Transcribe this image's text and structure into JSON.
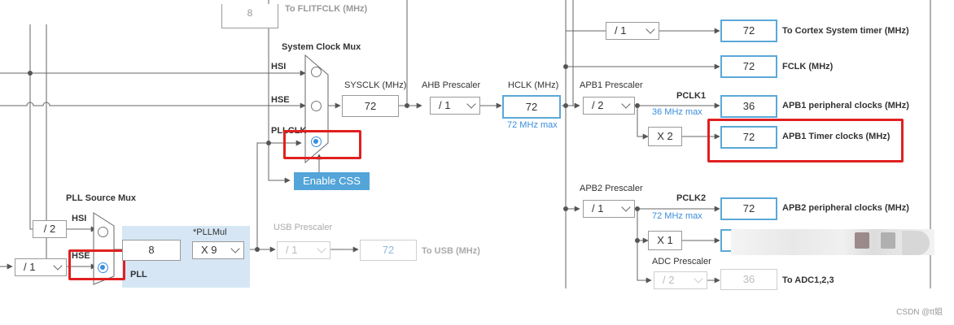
{
  "labels": {
    "system_clock_mux": "System Clock Mux",
    "hsi": "HSI",
    "hse": "HSE",
    "pllclk": "PLLCLK",
    "sysclk": "SYSCLK (MHz)",
    "ahb_prescaler": "AHB Prescaler",
    "hclk": "HCLK (MHz)",
    "hclk_max": "72 MHz max",
    "apb1_prescaler": "APB1 Prescaler",
    "pclk1": "PCLK1",
    "pclk1_max": "36 MHz max",
    "apb2_prescaler": "APB2 Prescaler",
    "pclk2": "PCLK2",
    "pclk2_max": "72 MHz max",
    "pll_source_mux": "PLL Source Mux",
    "pll_hsi": "HSI",
    "pll_hse": "HSE",
    "pll": "PLL",
    "pllmul": "*PLLMul",
    "usb_prescaler": "USB Prescaler",
    "to_usb": "To USB (MHz)",
    "adc_prescaler": "ADC Prescaler",
    "to_adc": "To ADC1,2,3",
    "to_cortex": "To Cortex System timer (MHz)",
    "fclk": "FCLK (MHz)",
    "apb1_periph": "APB1 peripheral clocks (MHz)",
    "apb1_timer": "APB1 Timer clocks (MHz)",
    "apb2_periph": "APB2 peripheral clocks (MHz)",
    "top_partial": "To FLITFCLK (MHz)"
  },
  "values": {
    "top_partial_value": "8",
    "sysclk": "72",
    "hclk": "72",
    "cortex": "72",
    "fclk": "72",
    "apb1_periph": "36",
    "apb1_timer": "72",
    "apb2_periph": "72",
    "usb": "72",
    "adc": "36",
    "pll_input": "8"
  },
  "selects": {
    "cortex_div": "/ 1",
    "ahb_div": "/ 1",
    "apb1_div": "/ 2",
    "apb2_div": "/ 1",
    "pll_mul": "X 9",
    "usb_div": "/ 1",
    "hse_div": "/ 1",
    "adc_div": "/ 2"
  },
  "multipliers": {
    "apb1_timer_mult": "X 2",
    "apb2_timer_mult": "X 1",
    "hsi_div": "/ 2"
  },
  "buttons": {
    "enable_css": "Enable CSS"
  },
  "watermark": "CSDN @tt姐",
  "colors": {
    "accent_blue": "#3a8dde",
    "highlight_red": "#e02020",
    "plate_blue": "#d6e6f4",
    "css_button": "#53a4d8"
  }
}
